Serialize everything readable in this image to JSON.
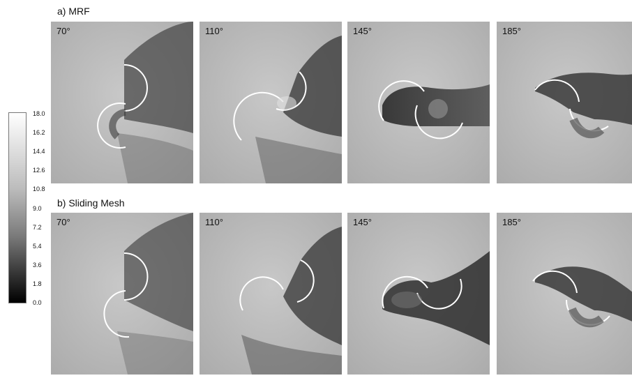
{
  "rows": [
    {
      "title": "a) MRF",
      "angles": [
        "70°",
        "110°",
        "145°",
        "185°"
      ]
    },
    {
      "title": "b) Sliding Mesh",
      "angles": [
        "70°",
        "110°",
        "145°",
        "185°"
      ]
    }
  ],
  "colorbar": {
    "ticks": [
      "18.0",
      "16.2",
      "14.4",
      "12.6",
      "10.8",
      "9.0",
      "7.2",
      "5.4",
      "3.6",
      "1.8",
      "0.0"
    ],
    "colors": {
      "max": "#ffffff",
      "min": "#000000"
    }
  }
}
